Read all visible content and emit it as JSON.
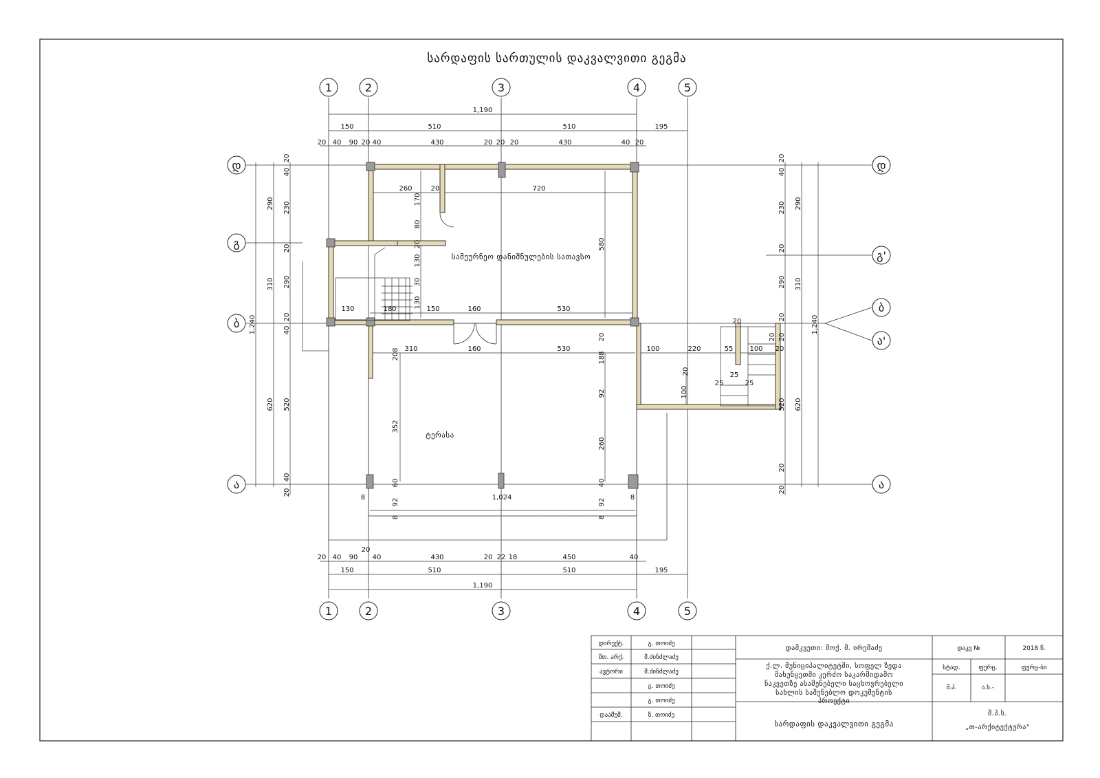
{
  "drawing": {
    "title": "სარდაფის სართულის დაკვალვითი გეგმა",
    "rooms": {
      "storage": "სამეურნეო დანიშნულების სათავსო",
      "terrace": "ტერასა"
    }
  },
  "axes": {
    "vertical": [
      "1",
      "2",
      "3",
      "4",
      "5"
    ],
    "horizontal_left": [
      "დ",
      "გ",
      "ბ",
      "ა"
    ],
    "horizontal_right": [
      "დ",
      "გ'",
      "ბ",
      "ა'",
      "ა"
    ]
  },
  "dims": {
    "top_total": "1,190",
    "top_segments": [
      "150",
      "510",
      "510",
      "195"
    ],
    "top_detail": [
      "20",
      "40",
      "90",
      "20",
      "40",
      "430",
      "20",
      "20",
      "20",
      "430",
      "40",
      "20"
    ],
    "bottom_total": "1,190",
    "bottom_segments": [
      "150",
      "510",
      "510",
      "195"
    ],
    "bottom_detail": [
      "20",
      "40",
      "90",
      "20",
      "40",
      "430",
      "20",
      "22",
      "18",
      "450",
      "40"
    ],
    "left_total": "1,240",
    "left_segments": [
      "290",
      "310",
      "620"
    ],
    "left_detail": [
      "20",
      "40",
      "230",
      "20",
      "290",
      "20",
      "40",
      "520",
      "40",
      "20"
    ],
    "right_total": "1,240",
    "right_segments": [
      "290",
      "310",
      "620"
    ],
    "right_detail": [
      "20",
      "40",
      "230",
      "20",
      "290",
      "20",
      "20",
      "520",
      "20",
      "20"
    ],
    "interior": [
      "260",
      "170",
      "20",
      "720",
      "80",
      "20",
      "580",
      "130",
      "30",
      "130",
      "130",
      "180",
      "150",
      "160",
      "530",
      "20",
      "310",
      "160",
      "530",
      "208",
      "188",
      "352",
      "92",
      "260",
      "60",
      "40",
      "92",
      "1,024",
      "92",
      "8",
      "8",
      "8",
      "8",
      "100",
      "220",
      "55",
      "100",
      "20",
      "20",
      "20",
      "20",
      "25",
      "25",
      "25",
      "100"
    ]
  },
  "title_block": {
    "roles": [
      "დირექტ.",
      "მთ. არქ.",
      "ავტორი",
      "",
      "",
      "დაამუშ."
    ],
    "names": [
      "გ. თოიძე",
      "მ.ძინძლაძე",
      "მ.ძინძლაძე",
      "გ. თოიძე",
      "გ. თოიძე",
      "ზ. თოიძე"
    ],
    "client": "დამკვეთი: მოქ. მ. ირემაძე",
    "project": [
      "ქ.ლ. მუნიციპალიტეტში, სოფელ ზედა",
      "მახუნცეთში კერძო საკარმიდამო",
      "ნაკვეთზე ასაშენებელი საცხოვრებელი",
      "სახლის საშენებლო დოკუმენტის",
      "პროექტი"
    ],
    "sheet_title": "სარდაფის დაკვალვითი გეგმა",
    "order_label": "დაკვ №",
    "year": "2018 წ.",
    "stage_label": "სტად.",
    "page_label": "ფურც.",
    "pages_label": "ფურც-ბი",
    "stage_value": "მ.პ.",
    "page_value": "ა.ხ.-",
    "company_1": "შ.პ.ს.",
    "company_2": "„თ-არქიტექტურა\""
  }
}
